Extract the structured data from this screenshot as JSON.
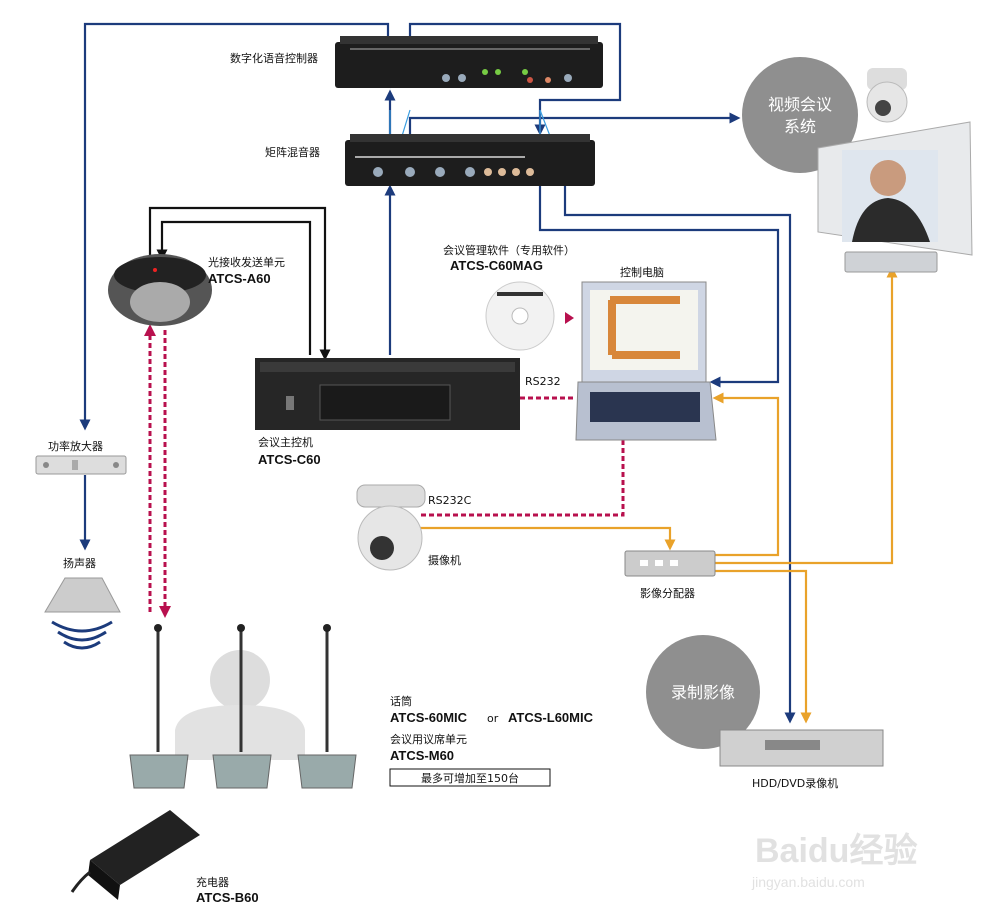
{
  "colors": {
    "navy": "#1c3b7c",
    "orange": "#e9a22a",
    "rs232": "#b8104e",
    "light_blue": "#3b9de0",
    "circle": "#8f8f8f"
  },
  "devices": {
    "digital_controller": {
      "label": "数字化语音控制器"
    },
    "matrix_mixer": {
      "label": "矩阵混音器"
    },
    "video_conference": {
      "label_line1": "视频会议",
      "label_line2": "系统"
    },
    "optical_unit": {
      "label": "光接收发送单元",
      "model": "ATCS-A60"
    },
    "software": {
      "label": "会议管理软件（专用软件）",
      "model": "ATCS-C60MAG"
    },
    "control_pc": {
      "label": "控制电脑"
    },
    "rs232": {
      "label": "RS232"
    },
    "main_unit": {
      "label": "会议主控机",
      "model": "ATCS-C60"
    },
    "amplifier": {
      "label": "功率放大器"
    },
    "rs232c": {
      "label": "RS232C"
    },
    "camera": {
      "label": "摄像机"
    },
    "video_distributor": {
      "label": "影像分配器"
    },
    "speaker": {
      "label": "扬声器"
    },
    "recording": {
      "label": "录制影像"
    },
    "recorder": {
      "label": "HDD/DVD录像机"
    },
    "microphone": {
      "label": "话筒",
      "model_a": "ATCS-60MIC",
      "or": "or",
      "model_b": "ATCS-L60MIC"
    },
    "delegate_unit": {
      "label": "会议用议席单元",
      "model": "ATCS-M60",
      "note": "最多可增加至150台"
    },
    "charger": {
      "label": "充电器",
      "model": "ATCS-B60"
    }
  },
  "watermark": {
    "brand": "Baidu经验",
    "url": "jingyan.baidu.com"
  }
}
